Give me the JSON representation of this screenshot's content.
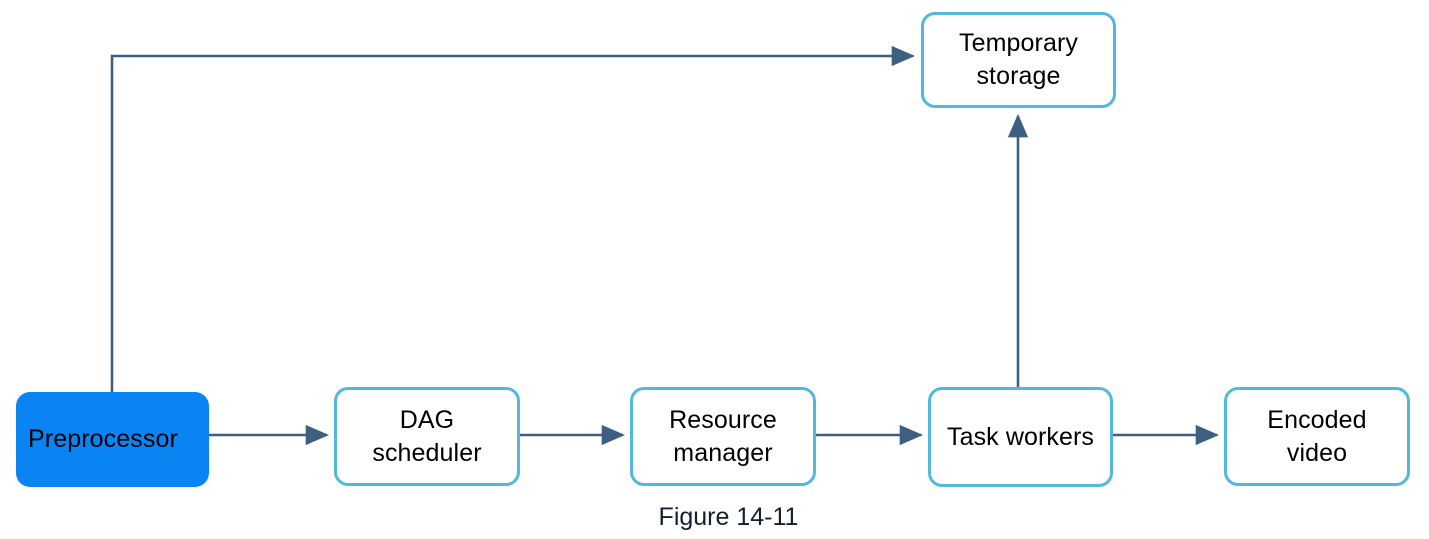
{
  "figure": {
    "caption": "Figure 14-11",
    "background_color": "#ffffff",
    "node_border_color": "#52b8dd",
    "node_fill_color": "#ffffff",
    "highlight_fill_color": "#0b84f3",
    "connector_color": "#3d6080",
    "text_color": "#000000"
  },
  "nodes": [
    {
      "id": "temporary-storage",
      "label": "Temporary\nstorage",
      "style": "outlined"
    },
    {
      "id": "preprocessor",
      "label": "Preprocessor",
      "style": "filled"
    },
    {
      "id": "dag-scheduler",
      "label": "DAG\nscheduler",
      "style": "outlined"
    },
    {
      "id": "resource-manager",
      "label": "Resource\nmanager",
      "style": "outlined"
    },
    {
      "id": "task-workers",
      "label": "Task workers",
      "style": "outlined"
    },
    {
      "id": "encoded-video",
      "label": "Encoded\nvideo",
      "style": "outlined"
    }
  ],
  "connectors": [
    {
      "id": "preprocessor-to-temporary-storage",
      "from": "preprocessor",
      "to": "temporary-storage",
      "shape": "elbow"
    },
    {
      "id": "preprocessor-to-dag-scheduler",
      "from": "preprocessor",
      "to": "dag-scheduler",
      "shape": "straight"
    },
    {
      "id": "dag-scheduler-to-resource-manager",
      "from": "dag-scheduler",
      "to": "resource-manager",
      "shape": "straight"
    },
    {
      "id": "resource-manager-to-task-workers",
      "from": "resource-manager",
      "to": "task-workers",
      "shape": "straight"
    },
    {
      "id": "task-workers-to-encoded-video",
      "from": "task-workers",
      "to": "encoded-video",
      "shape": "straight"
    },
    {
      "id": "task-workers-to-temporary-storage",
      "from": "task-workers",
      "to": "temporary-storage",
      "shape": "vertical"
    }
  ]
}
